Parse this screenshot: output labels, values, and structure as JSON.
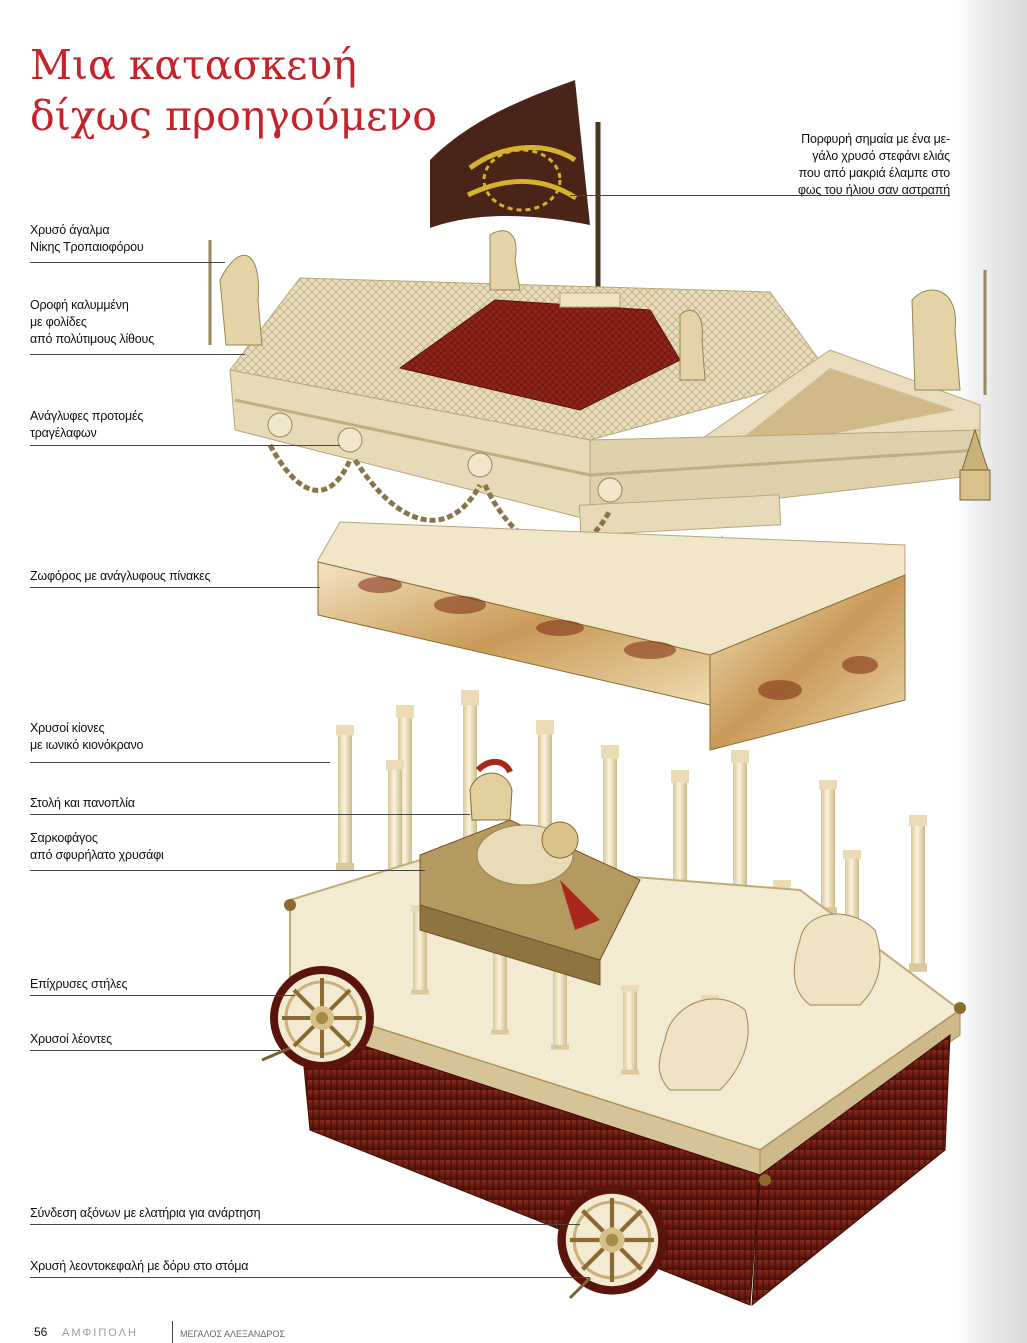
{
  "title": {
    "line1": "Μια κατασκευή",
    "line2": "δίχως προηγούμενο"
  },
  "callouts": {
    "banner": [
      "Πορφυρή σημαία με ένα με-",
      "γάλο χρυσό στεφάνι ελιάς",
      "που από μακριά έλαμπε στο",
      "φως του ήλιου σαν αστραπή"
    ],
    "victory_statue": [
      "Χρυσό άγαλμα",
      "Νίκης Τροπαιοφόρου"
    ],
    "roof": [
      "Οροφή καλυμμένη",
      "με φολίδες",
      "από πολύτιμους λίθους"
    ],
    "ram_heads": [
      "Ανάγλυφες προτομές",
      "τραγέλαφων"
    ],
    "painted_panels": [
      "Ζωφόρος με ανάγλυφους πίνακες"
    ],
    "columns": [
      "Χρυσοί κίονες",
      "με ιωνικό κιονόκρανο"
    ],
    "armour": [
      "Στολή και πανοπλία"
    ],
    "sarcophagus": [
      "Σαρκοφάγος",
      "από σφυρήλατο χρυσάφι"
    ],
    "columns_base": [
      "Επίχρυσες στήλες"
    ],
    "lions": [
      "Χρυσοί λέοντες"
    ],
    "axles": [
      "Σύνδεση αξόνων με ελατήρια για ανάρτηση"
    ],
    "lion_hub": [
      "Χρυσή λεοντοκεφαλή με δόρυ στο στόμα"
    ]
  },
  "footer": {
    "page_number": "56",
    "running_head": "ΑΜΦΙΠΟΛΗ",
    "note": "ΜΕΓΑΛΟΣ ΑΛΕΞΑΝΔΡΟΣ"
  },
  "colors": {
    "title": "#c5222a",
    "banner": "#4a2418",
    "gold": "#e7d7ac",
    "wood": "#6e1a12",
    "roof_red": "#8f2418"
  }
}
